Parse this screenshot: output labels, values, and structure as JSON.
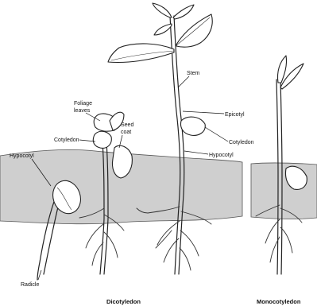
{
  "labels": {
    "foliage_leaves_line1": "Foliage",
    "foliage_leaves_line2": "leaves",
    "cotyledon_left": "Cotyledon",
    "seed_coat_line1": "Seed",
    "seed_coat_line2": "coat",
    "hypocotyl_left": "Hypocotyl",
    "radicle": "Radicle",
    "stem": "Stem",
    "epicotyl": "Epicotyl",
    "cotyledon_right": "Cotyledon",
    "hypocotyl_right": "Hypocotyl"
  },
  "captions": {
    "dicotyledon": "Dicotyledon",
    "monocotyledon": "Monocotyledon"
  }
}
